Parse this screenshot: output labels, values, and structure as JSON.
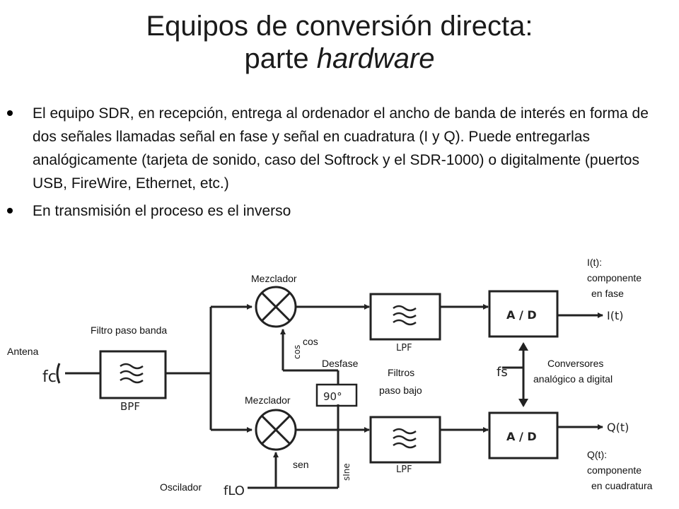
{
  "title": {
    "line1": "Equipos de conversión directa:",
    "line2_prefix": "parte ",
    "line2_italic": "hardware"
  },
  "bullets": [
    "El equipo SDR, en recepción, entrega al ordenador el ancho de banda de interés en forma de dos señales llamadas señal en fase y señal en cuadratura (I y Q). Puede entregarlas analógicamente (tarjeta de sonido, caso del Softrock y el SDR-1000) o digitalmente (puertos USB, FireWire, Ethernet, etc.)",
    "En transmisión el proceso es el inverso"
  ],
  "diagram": {
    "labels": {
      "antena": "Antena",
      "filtro_paso_banda": "Filtro paso banda",
      "mezclador_top": "Mezclador",
      "mezclador_bottom": "Mezclador",
      "cos": "cos",
      "desfase": "Desfase",
      "filtros_paso_bajo_1": "Filtros",
      "filtros_paso_bajo_2": "paso bajo",
      "conversores_1": "Conversores",
      "conversores_2": "analógico a digital",
      "sen": "sen",
      "oscilador": "Oscilador",
      "i_out_1": "I(t):",
      "i_out_2": "componente",
      "i_out_3": "en fase",
      "q_out_1": "Q(t):",
      "q_out_2": "componente",
      "q_out_3": "en cuadratura"
    },
    "glyphs": {
      "fc": "fc",
      "bpf": "BPF",
      "lpf_top": "LPF",
      "lpf_bottom": "LPF",
      "ad_top": "A / D",
      "ad_bottom": "A / D",
      "phase": "90°",
      "fs": "fs",
      "flo": "fLO",
      "cos_small": "cos",
      "sine_small": "sIne",
      "i_sig": "I(t)",
      "q_sig": "Q(t)"
    }
  }
}
